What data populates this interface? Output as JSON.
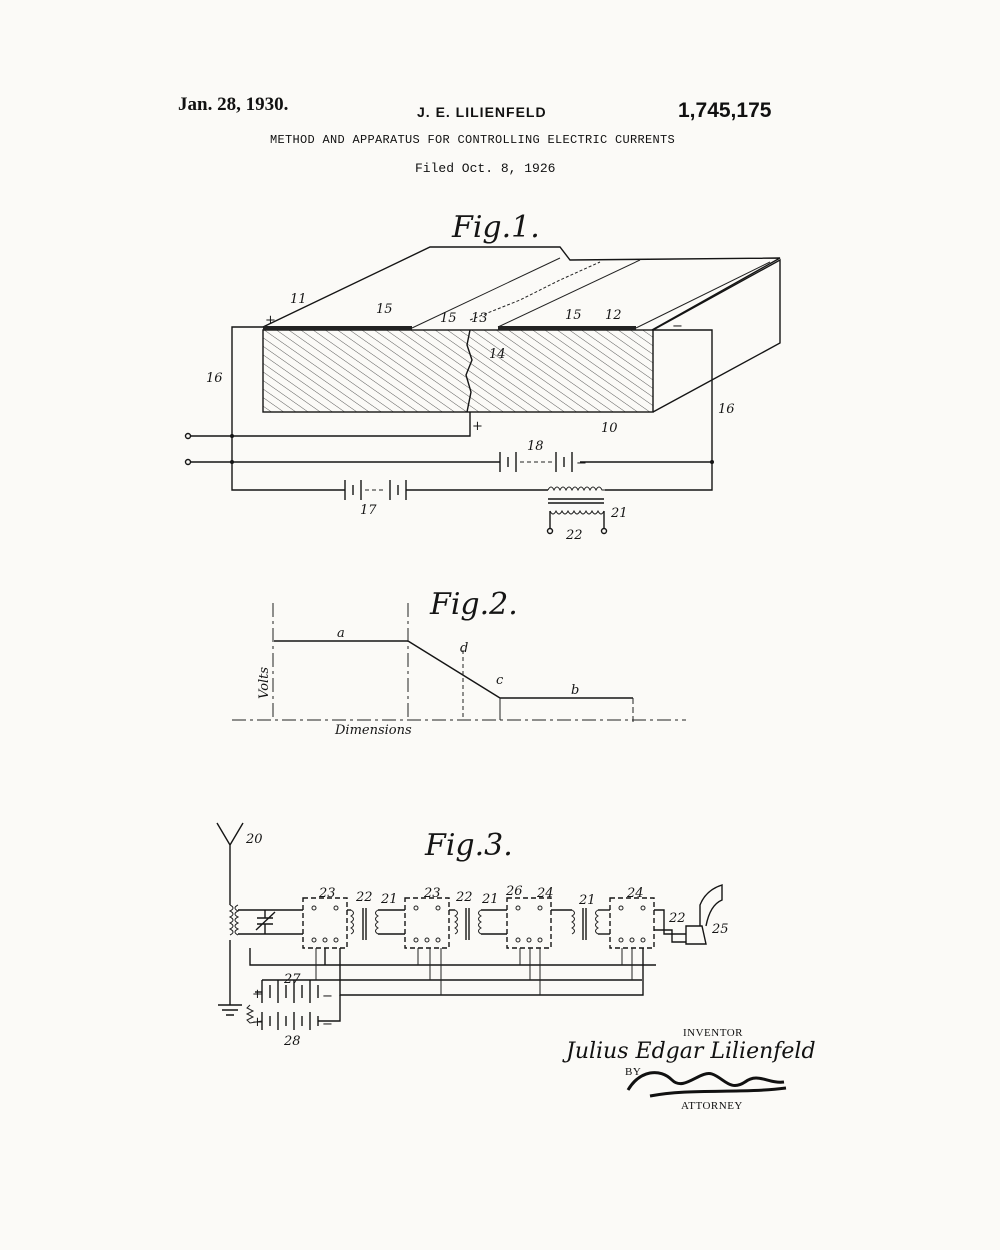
{
  "header": {
    "date": "Jan. 28, 1930.",
    "inventor": "J. E. LILIENFELD",
    "patent_number": "1,745,175",
    "title": "METHOD AND APPARATUS FOR CONTROLLING ELECTRIC CURRENTS",
    "filed": "Filed Oct. 8, 1926"
  },
  "fig1": {
    "label": "Fig.1.",
    "refs": [
      "11",
      "15",
      "15",
      "13",
      "15",
      "12",
      "14",
      "16",
      "16",
      "10",
      "18",
      "17",
      "21",
      "22"
    ],
    "signs": {
      "plus": "+",
      "minus": "−"
    }
  },
  "fig2": {
    "label": "Fig.2.",
    "segments": [
      "a",
      "b",
      "c",
      "d"
    ],
    "ylabel": "Volts",
    "xlabel": "Dimensions"
  },
  "fig3": {
    "label": "Fig.3.",
    "refs": [
      "20",
      "23",
      "22",
      "21",
      "23",
      "22",
      "21",
      "26",
      "24",
      "21",
      "24",
      "22",
      "25",
      "27",
      "28"
    ]
  },
  "signature": {
    "inventor_label": "INVENTOR",
    "name": "Julius Edgar Lilienfeld",
    "by_label": "BY",
    "attorney_label": "ATTORNEY"
  }
}
